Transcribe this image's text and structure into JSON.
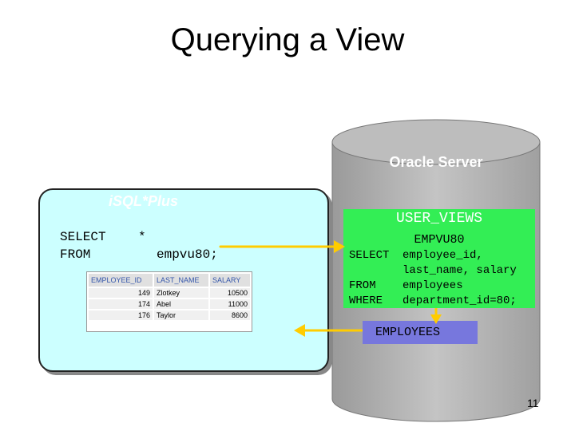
{
  "title": "Querying a View",
  "isql": {
    "label": "iSQL*Plus",
    "select_kw": "SELECT",
    "select_col": "*",
    "from_kw": "FROM",
    "from_obj": "empvu80;"
  },
  "result_table": {
    "headers": [
      "EMPLOYEE_ID",
      "LAST_NAME",
      "SALARY"
    ],
    "rows": [
      [
        "149",
        "Zlotkey",
        "10500"
      ],
      [
        "174",
        "Abel",
        "11000"
      ],
      [
        "176",
        "Taylor",
        "8600"
      ]
    ]
  },
  "server": {
    "label": "Oracle Server",
    "user_views": {
      "title": "USER_VIEWS",
      "view_name": "EMPVU80",
      "lines": [
        {
          "kw": "SELECT",
          "text": "employee_id,"
        },
        {
          "kw": "",
          "text": "last_name, salary"
        },
        {
          "kw": "FROM",
          "text": "employees"
        },
        {
          "kw": "WHERE",
          "text": "department_id=80;"
        }
      ]
    },
    "table_label": "EMPLOYEES"
  },
  "page_number": "11",
  "colors": {
    "isql_bg": "#ccffff",
    "cylinder": "#b0b0b0",
    "user_views_bg": "#33ee55",
    "employees_bg": "#7777dd",
    "arrow": "#ffcc00"
  }
}
